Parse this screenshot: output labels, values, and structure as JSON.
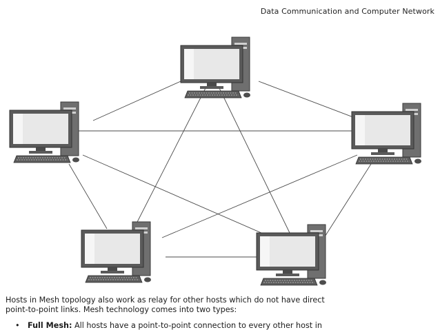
{
  "header": {
    "title": "Data Communication and Computer Network"
  },
  "diagram": {
    "topology": "mesh",
    "nodes": [
      "host-top",
      "host-left",
      "host-right",
      "host-bottom-left",
      "host-bottom-right"
    ],
    "links": [
      [
        "host-top",
        "host-left"
      ],
      [
        "host-top",
        "host-right"
      ],
      [
        "host-top",
        "host-bottom-left"
      ],
      [
        "host-top",
        "host-bottom-right"
      ],
      [
        "host-left",
        "host-right"
      ],
      [
        "host-left",
        "host-bottom-left"
      ],
      [
        "host-left",
        "host-bottom-right"
      ],
      [
        "host-right",
        "host-bottom-left"
      ],
      [
        "host-right",
        "host-bottom-right"
      ],
      [
        "host-bottom-left",
        "host-bottom-right"
      ]
    ]
  },
  "body": {
    "paragraph_line1": "Hosts in Mesh topology also work as relay for other hosts which do not have direct",
    "paragraph_line2": "point-to-point links. Mesh technology comes into two types:",
    "bullet_term": "Full Mesh:",
    "bullet_text": " All hosts have a point-to-point connection to every other host in"
  }
}
